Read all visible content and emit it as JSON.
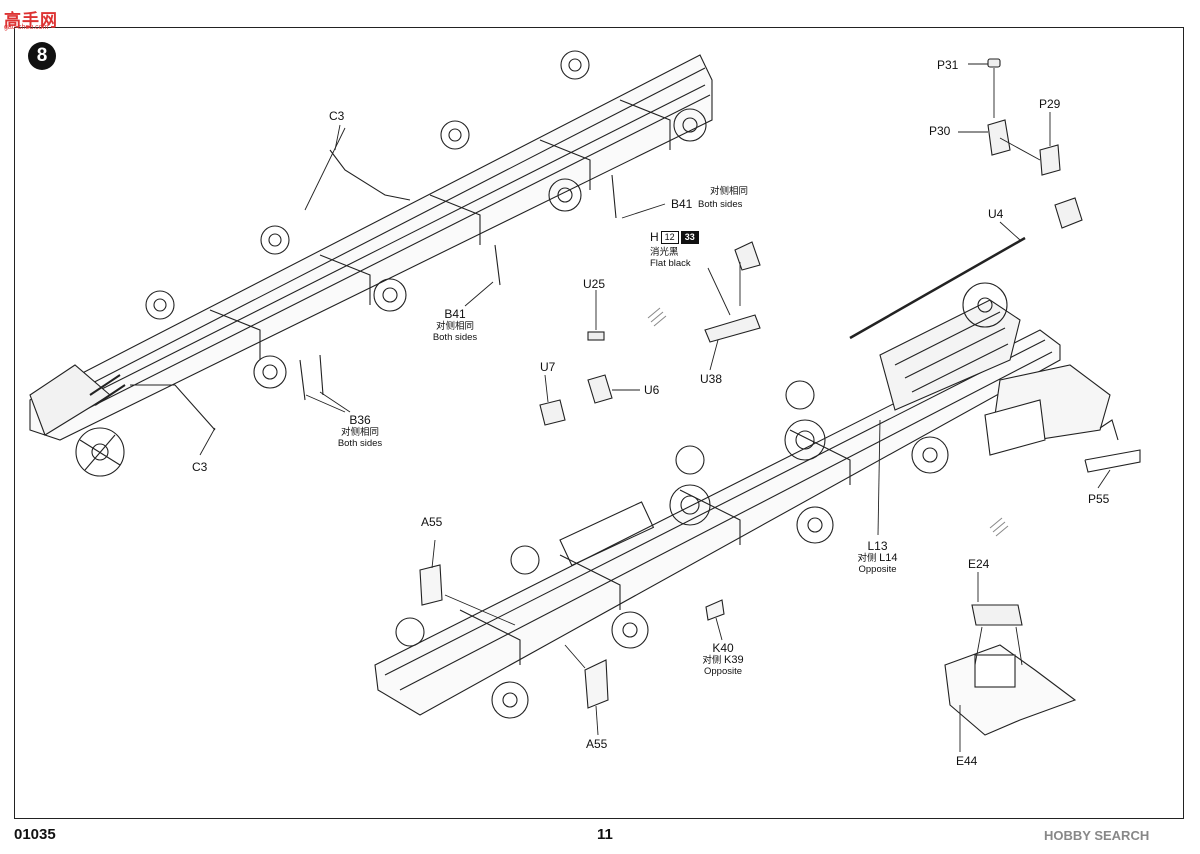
{
  "watermark_top": {
    "text": "高手网",
    "sub": "gao-shou.com"
  },
  "watermark_bottom": "HOBBY SEARCH",
  "step_number": "8",
  "footer": {
    "code": "01035",
    "page": "11"
  },
  "parts": {
    "c3_top": "C3",
    "c3_bottom": "C3",
    "b41_top": "B41",
    "b41_top_zh": "对侧相同",
    "b41_top_en": "Both sides",
    "b41_mid": "B41",
    "b41_mid_zh": "对侧相同",
    "b41_mid_en": "Both sides",
    "b36": "B36",
    "b36_zh": "对侧相同",
    "b36_en": "Both sides",
    "u25": "U25",
    "u7": "U7",
    "u6": "U6",
    "u38": "U38",
    "u4": "U4",
    "p31": "P31",
    "p29": "P29",
    "p30": "P30",
    "p55": "P55",
    "l13": "L13",
    "l13_zh": "对侧",
    "l13_alt": "L14",
    "l13_en": "Opposite",
    "e24": "E24",
    "e44": "E44",
    "a55_top": "A55",
    "a55_bottom": "A55",
    "k40": "K40",
    "k40_zh": "对侧",
    "k40_alt": "K39",
    "k40_en": "Opposite"
  },
  "paint": {
    "code": "H",
    "num1": "12",
    "num2": "33",
    "zh": "消光黑",
    "en": "Flat black"
  }
}
